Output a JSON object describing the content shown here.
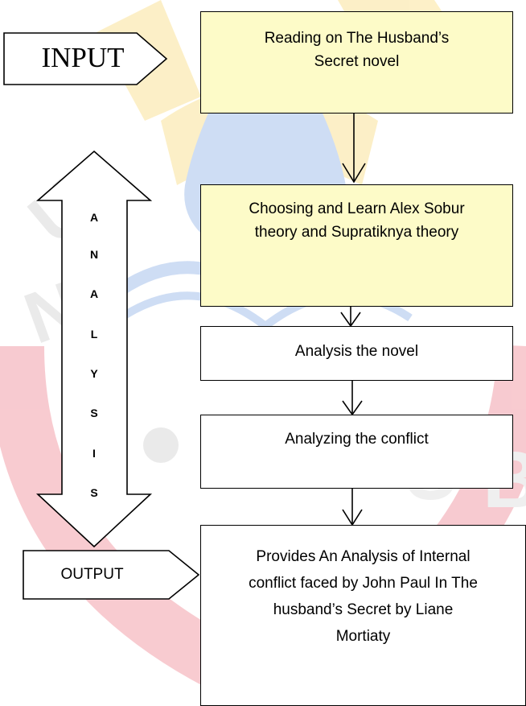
{
  "flow_boxes": [
    {
      "lines": [
        "Reading on The Husband’s",
        "Secret novel"
      ]
    },
    {
      "lines": [
        "Choosing and Learn Alex Sobur",
        "theory and Supratiknya theory"
      ]
    },
    {
      "lines": [
        "Analysis the novel"
      ]
    },
    {
      "lines": [
        "Analyzing the conflict"
      ]
    },
    {
      "lines": [
        "Provides An Analysis of Internal",
        "conflict faced by John Paul In The",
        "husband’s Secret by Liane",
        "Mortiaty"
      ]
    }
  ],
  "input_label": "INPUT",
  "output_label": "OUTPUT",
  "analysis_letters": [
    "A",
    "N",
    "A",
    "L",
    "Y",
    "S",
    "I",
    "S"
  ],
  "colors": {
    "box_fill": "#fdfbc8",
    "watermark_red": "#e63e54",
    "watermark_yellow": "#f7c63e",
    "watermark_blue": "#5b8dd6",
    "watermark_gray": "#c9c9c9"
  }
}
